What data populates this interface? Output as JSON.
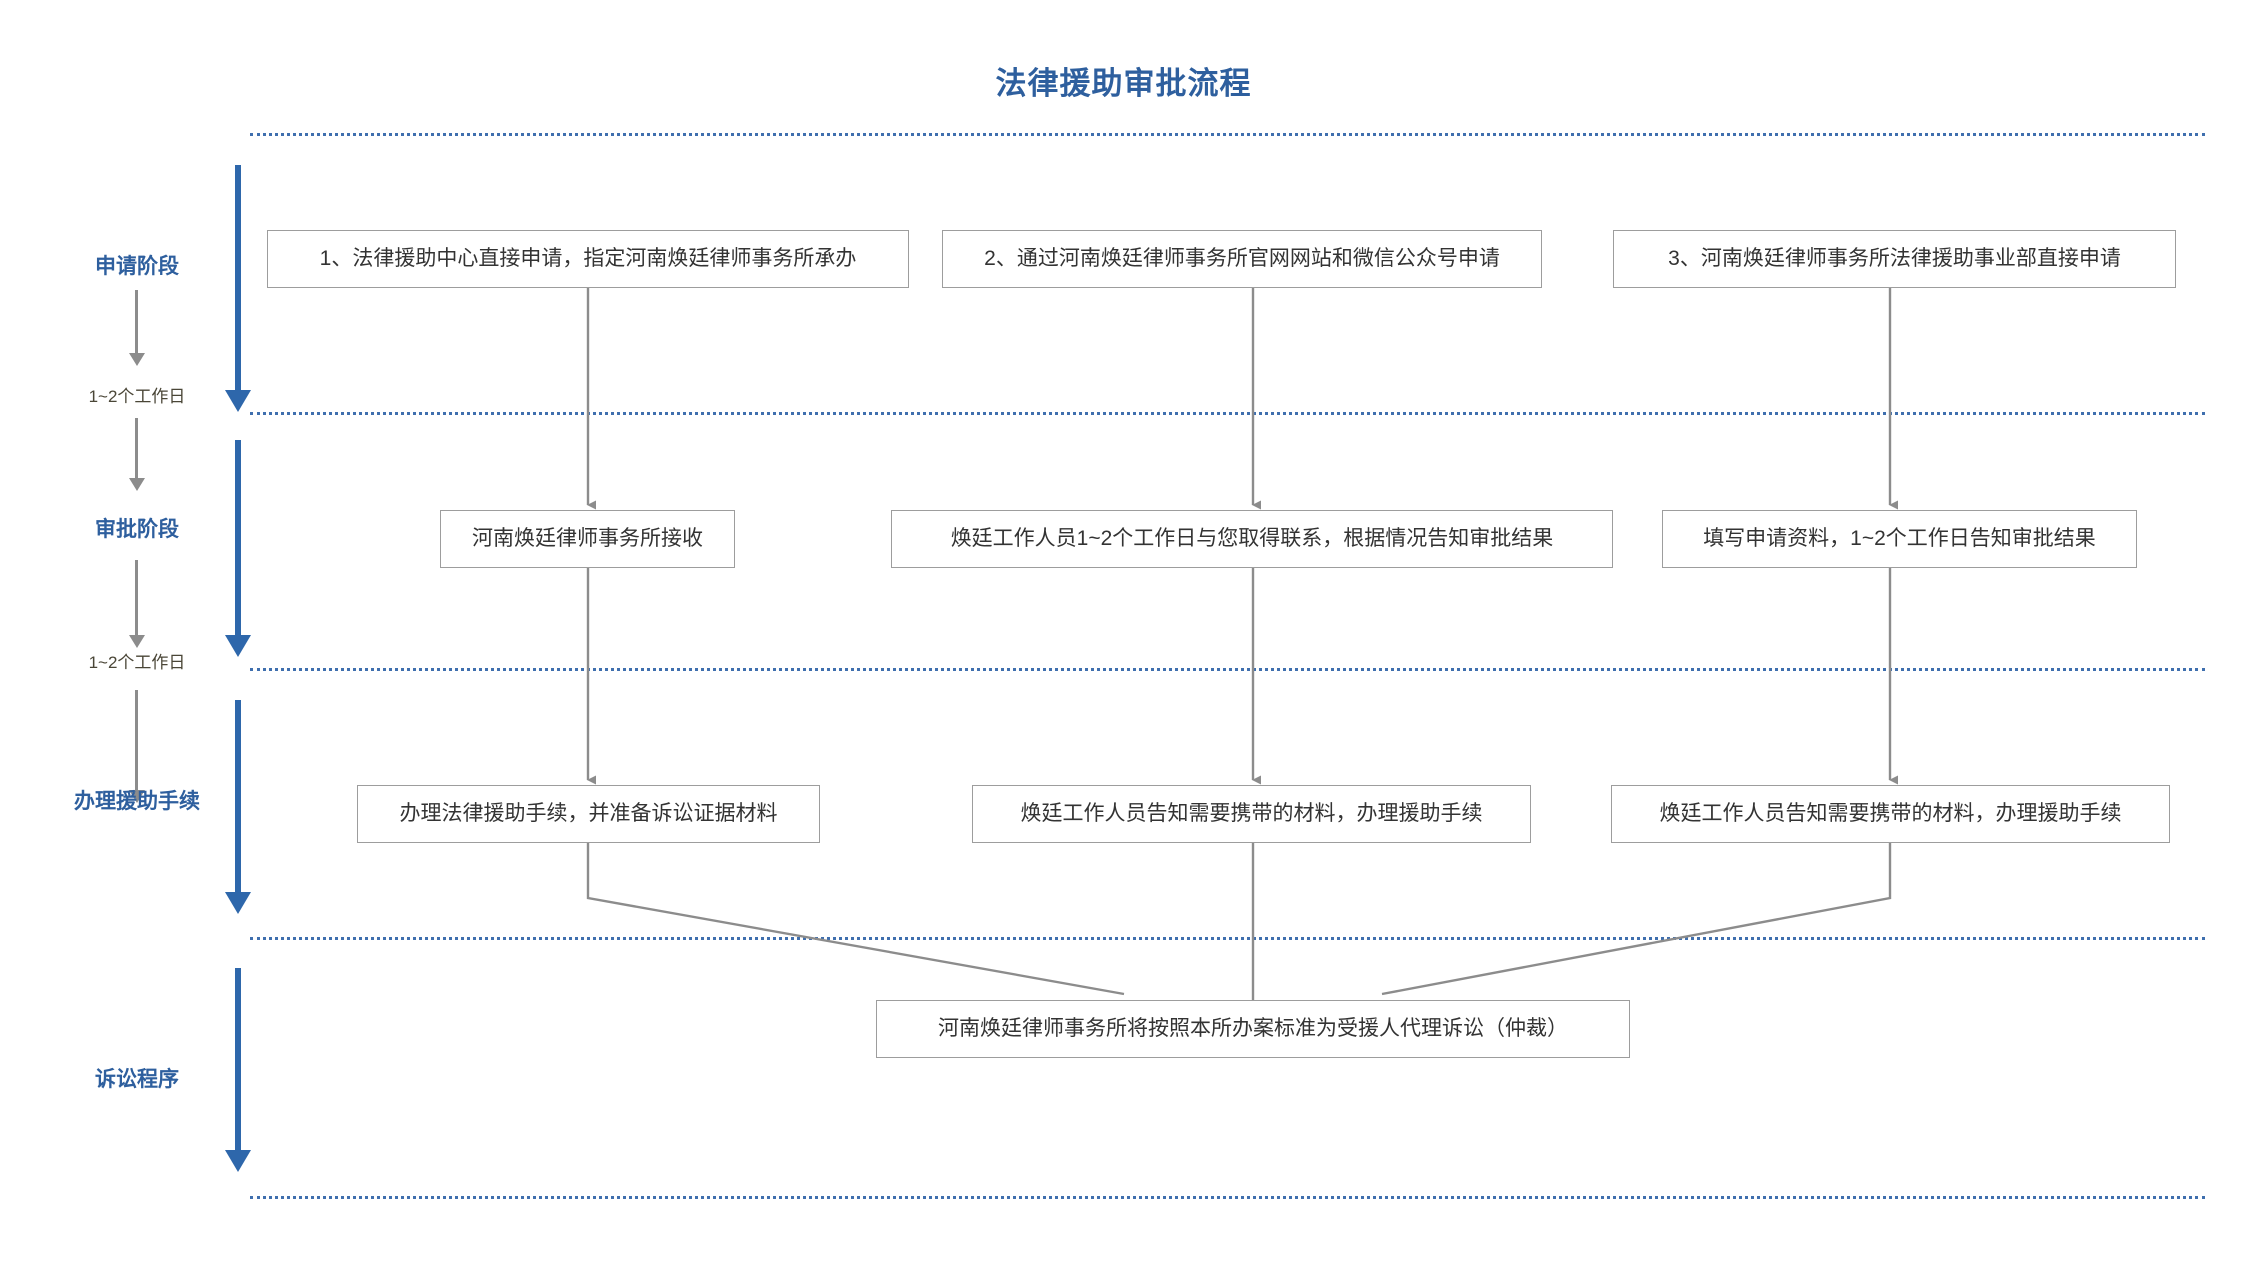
{
  "title": "法律援助审批流程",
  "colors": {
    "title": "#2e5f9e",
    "stage_label": "#2e5f9e",
    "separator": "#3f6fae",
    "blue_arrow": "#2e67ab",
    "grey_arrow": "#8c8c8c",
    "box_border": "#9d9d9d",
    "box_text": "#333333",
    "duration_text": "#4a4637"
  },
  "stages": [
    {
      "name": "apply",
      "label": "申请阶段"
    },
    {
      "name": "review",
      "label": "审批阶段"
    },
    {
      "name": "procedures",
      "label": "办理援助手续"
    },
    {
      "name": "litigation",
      "label": "诉讼程序"
    }
  ],
  "durations": [
    {
      "name": "apply-to-review",
      "label": "1~2个工作日"
    },
    {
      "name": "review-to-procedures",
      "label": "1~2个工作日"
    }
  ],
  "rows": {
    "application": [
      {
        "name": "application-channel-1",
        "text": "1、法律援助中心直接申请，指定河南焕廷律师事务所承办"
      },
      {
        "name": "application-channel-2",
        "text": "2、通过河南焕廷律师事务所官网网站和微信公众号申请"
      },
      {
        "name": "application-channel-3",
        "text": "3、河南焕廷律师事务所法律援助事业部直接申请"
      }
    ],
    "review": [
      {
        "name": "review-step-1",
        "text": "河南焕廷律师事务所接收"
      },
      {
        "name": "review-step-2",
        "text": "焕廷工作人员1~2个工作日与您取得联系，根据情况告知审批结果"
      },
      {
        "name": "review-step-3",
        "text": "填写申请资料，1~2个工作日告知审批结果"
      }
    ],
    "procedures": [
      {
        "name": "procedure-step-1",
        "text": "办理法律援助手续，并准备诉讼证据材料"
      },
      {
        "name": "procedure-step-2",
        "text": "焕廷工作人员告知需要携带的材料，办理援助手续"
      },
      {
        "name": "procedure-step-3",
        "text": "焕廷工作人员告知需要携带的材料，办理援助手续"
      }
    ],
    "litigation": [
      {
        "name": "litigation-outcome",
        "text": "河南焕廷律师事务所将按照本所办案标准为受援人代理诉讼（仲裁）"
      }
    ]
  }
}
